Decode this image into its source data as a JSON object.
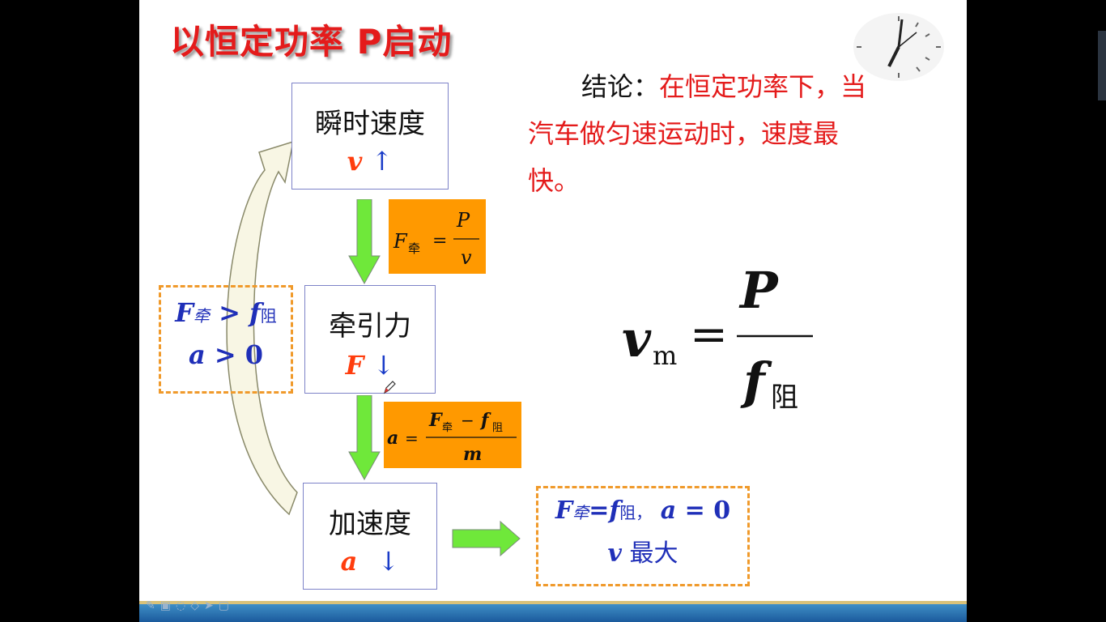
{
  "title": "以恒定功率 P启动",
  "boxes": {
    "velocity": {
      "label": "瞬时速度",
      "symbol": "v",
      "arrow": "↑"
    },
    "traction": {
      "label": "牵引力",
      "symbol": "F",
      "arrow": "↓"
    },
    "acceleration": {
      "label": "加速度",
      "symbol": "a",
      "arrow": "↓"
    }
  },
  "formula1": {
    "lhs": "F",
    "sub": "牵",
    "eq": "=",
    "num": "P",
    "den": "v"
  },
  "formula2": {
    "lhs": "a",
    "eq": "=",
    "num_f": "F",
    "num_fsub": "牵",
    "minus": "−",
    "num_fr": "f",
    "num_frsub": "阻",
    "den": "m"
  },
  "condition_left": {
    "F": "F",
    "Fsub": "牵",
    "gt": ">",
    "f": "f",
    "fsub": "阻",
    "a": "a",
    "a_rel": "> 0"
  },
  "condition_right": {
    "F": "F",
    "Fsub": "牵",
    "eq": "=",
    "f": "f",
    "fsub": "阻，",
    "a": "a",
    "a_rel": "= 0",
    "v": "v",
    "vmax": "最大"
  },
  "conclusion": {
    "prefix": "结论：",
    "text": "在恒定功率下，当汽车做匀速运动时，速度最快。"
  },
  "vmax_formula": {
    "v": "v",
    "vsub": "m",
    "eq": "=",
    "num": "P",
    "den": "f",
    "densub": "阻"
  },
  "colors": {
    "title_red": "#e41b1b",
    "symbol_orange": "#ff3d0d",
    "blue": "#1f2fb8",
    "formula_bg": "#ff9900",
    "dash_orange": "#f09a2b",
    "arrow_green": "#6fe83a"
  }
}
